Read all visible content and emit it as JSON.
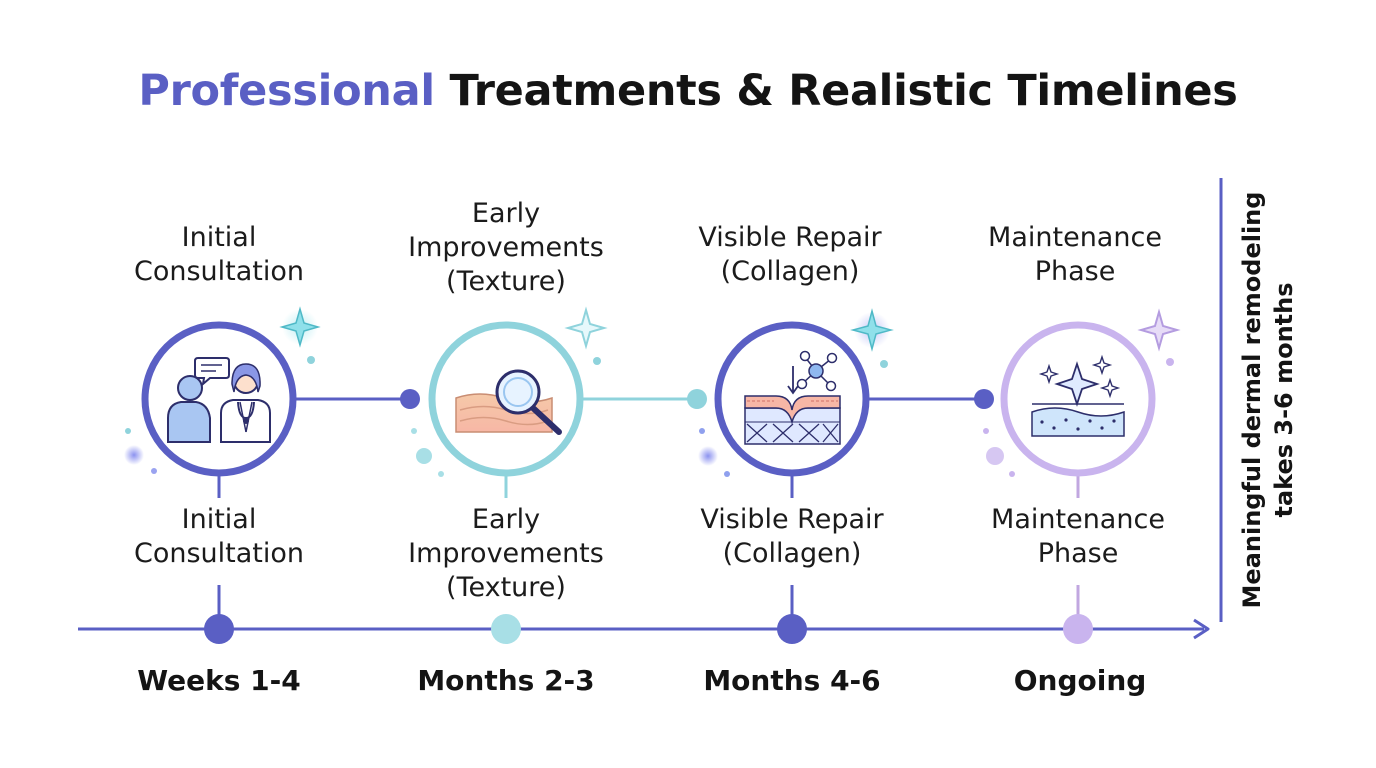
{
  "title": {
    "accent": "Professional",
    "rest": " Treatments & Realistic Timelines"
  },
  "stages": [
    {
      "upper_label": [
        "Initial",
        "Consultation"
      ],
      "lower_label": [
        "Initial",
        "Consultation"
      ],
      "time": "Weeks 1-4",
      "icon": "doctor-consultation-icon",
      "color": "#5a5fc4"
    },
    {
      "upper_label": [
        "Early",
        "Improvements",
        "(Texture)"
      ],
      "lower_label": [
        "Early",
        "Improvements",
        "(Texture)"
      ],
      "time": "Months 2-3",
      "icon": "magnifier-skin-texture-icon",
      "color": "#8fd3dc"
    },
    {
      "upper_label": [
        "Visible Repair",
        "(Collagen)"
      ],
      "lower_label": [
        "Visible Repair",
        "(Collagen)"
      ],
      "time": "Months 4-6",
      "icon": "collagen-skin-layer-icon",
      "color": "#5a5fc4"
    },
    {
      "upper_label": [
        "Maintenance",
        "Phase"
      ],
      "lower_label": [
        "Maintenance",
        "Phase"
      ],
      "time": "Ongoing",
      "icon": "sparkling-skin-icon",
      "color": "#c1a7e0"
    }
  ],
  "side_note": [
    "Meaningful dermal remodeling",
    "takes 3-6 months"
  ]
}
